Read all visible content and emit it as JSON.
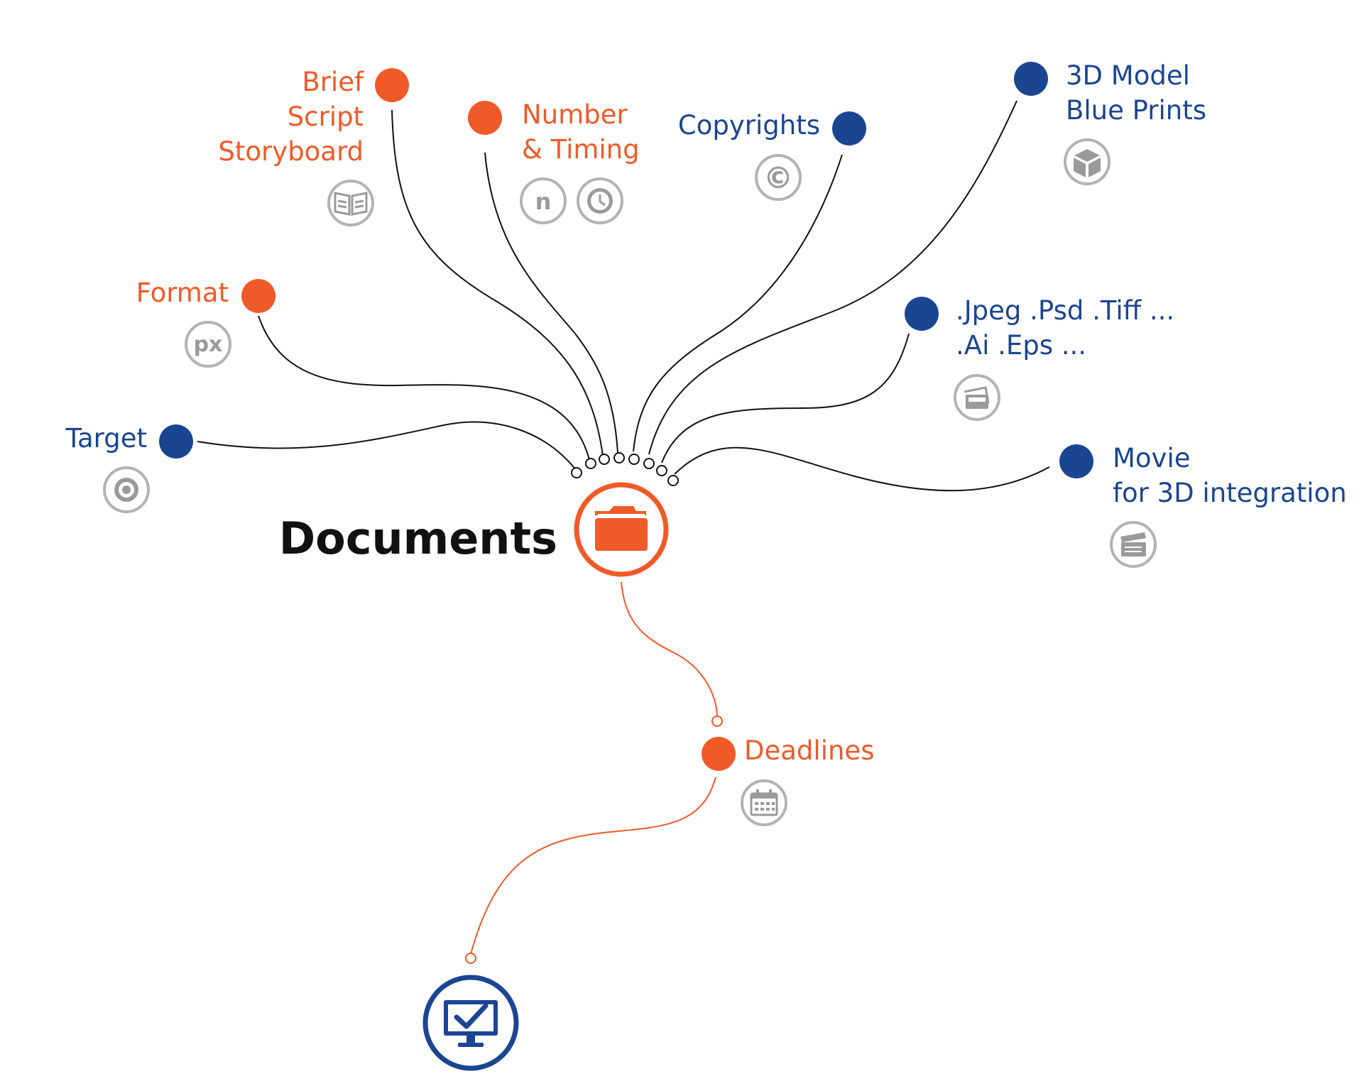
{
  "center": {
    "title": "Documents",
    "icon": "folder-icon"
  },
  "colors": {
    "orange": "#f05a28",
    "blue": "#1a4591",
    "icon_gray": "#9a9a9a",
    "connector": "#111111"
  },
  "nodes": {
    "brief": {
      "lines": [
        "Brief",
        "Script",
        "Storyboard"
      ],
      "icon": "book-icon"
    },
    "number_timing": {
      "lines": [
        "Number",
        "& Timing"
      ],
      "icons": [
        "number-icon",
        "clock-icon"
      ],
      "number_glyph": "n"
    },
    "copyrights": {
      "lines": [
        "Copyrights"
      ],
      "icon": "copyright-icon",
      "glyph": "©"
    },
    "model": {
      "lines": [
        "3D Model",
        "Blue Prints"
      ],
      "icon": "cube-icon"
    },
    "format": {
      "lines": [
        "Format"
      ],
      "icon": "px-icon",
      "glyph": "px"
    },
    "files": {
      "lines": [
        ".Jpeg .Psd .Tiff ...",
        ".Ai .Eps ..."
      ],
      "icon": "images-icon"
    },
    "target": {
      "lines": [
        "Target"
      ],
      "icon": "target-icon"
    },
    "movie": {
      "lines": [
        "Movie",
        "for 3D integration"
      ],
      "icon": "clapperboard-icon"
    },
    "deadlines": {
      "lines": [
        "Deadlines"
      ],
      "icon": "calendar-icon"
    }
  },
  "end_node": {
    "icon": "monitor-check-icon"
  }
}
